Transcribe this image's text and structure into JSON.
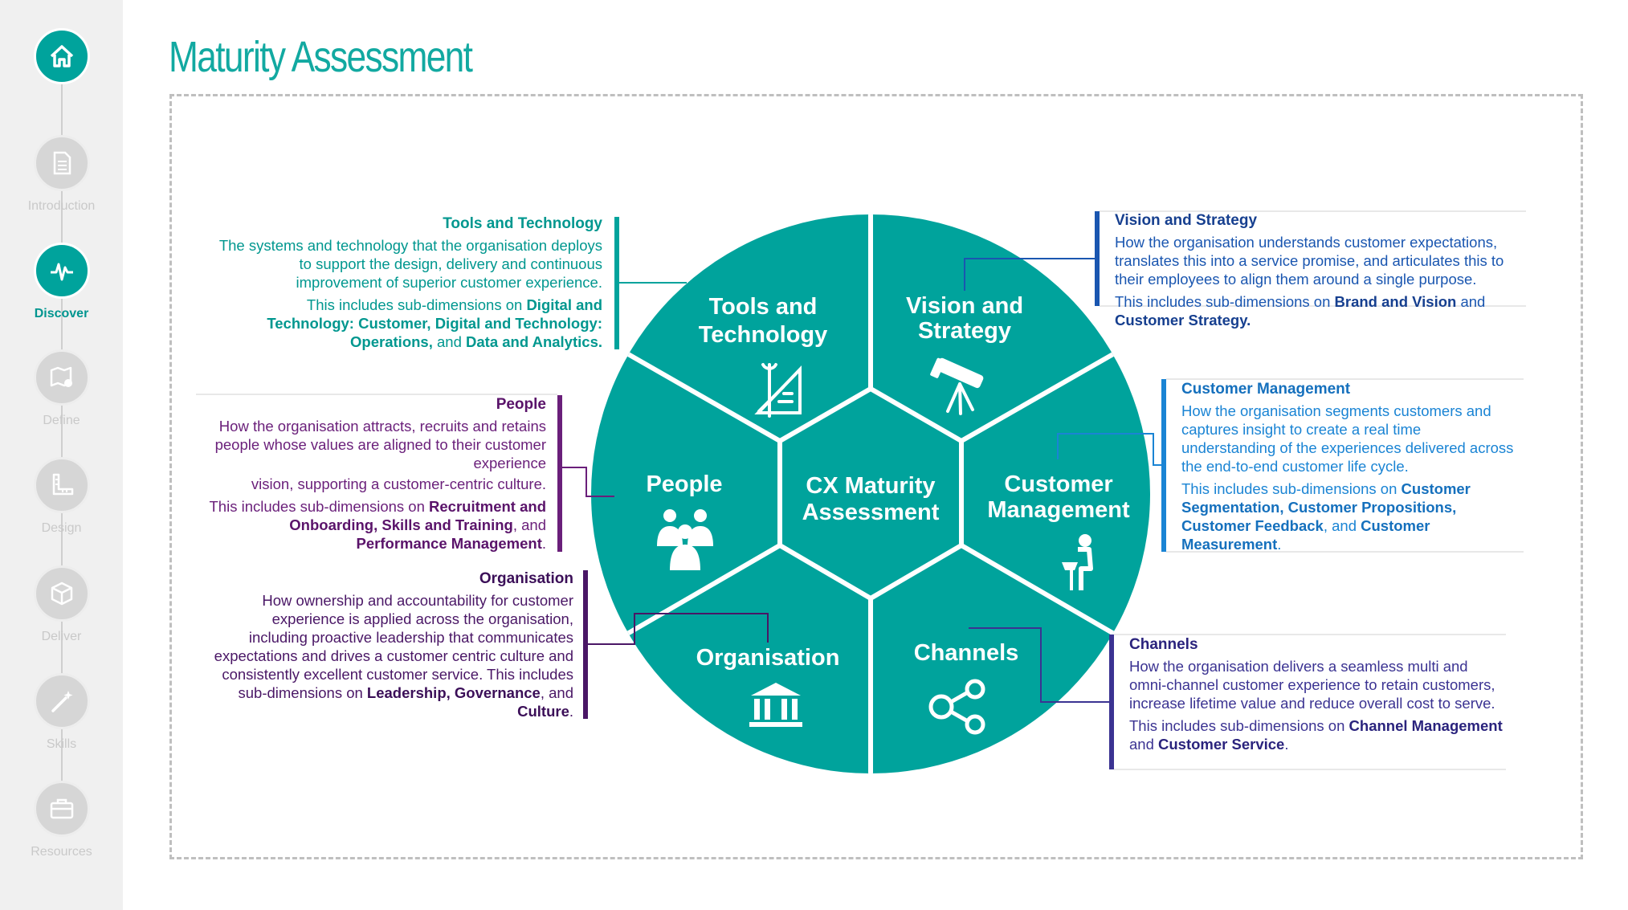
{
  "page": {
    "title": "Maturity Assessment"
  },
  "nav": [
    {
      "label": "",
      "icon": "home-icon",
      "active": true
    },
    {
      "label": "Introduction",
      "icon": "document-icon",
      "active": false
    },
    {
      "label": "Discover",
      "icon": "pulse-icon",
      "active": true
    },
    {
      "label": "Define",
      "icon": "map-pin-icon",
      "active": false
    },
    {
      "label": "Design",
      "icon": "ruler-icon",
      "active": false
    },
    {
      "label": "Deliver",
      "icon": "cube-icon",
      "active": false
    },
    {
      "label": "Skills",
      "icon": "magic-wand-icon",
      "active": false
    },
    {
      "label": "Resources",
      "icon": "briefcase-icon",
      "active": false
    }
  ],
  "wheel": {
    "center_line1": "CX Maturity",
    "center_line2": "Assessment",
    "fill_color": "#00a39c",
    "segments": {
      "tools_line1": "Tools and",
      "tools_line2": "Technology",
      "vision_line1": "Vision and",
      "vision_line2": "Strategy",
      "people": "People",
      "customer_line1": "Customer",
      "customer_line2": "Management",
      "organisation": "Organisation",
      "channels": "Channels"
    }
  },
  "dimensions": {
    "tools": {
      "heading": "Tools and Technology",
      "description": "The systems and technology that the organisation deploys to support the design, delivery and continuous improvement of superior customer experience.",
      "includes_prefix": "This includes sub-dimensions on ",
      "sub1": "Digital and Technology: Customer, Digital and Technology: Operations,",
      "and": " and ",
      "sub2": "Data and Analytics.",
      "color": "#00978f"
    },
    "vision": {
      "heading": "Vision and Strategy",
      "description": "How the organisation understands customer expectations, translates this into a service promise, and articulates this to their employees to align them around a single purpose.",
      "includes_prefix": "This includes sub-dimensions on ",
      "sub1": "Brand and Vision",
      "and": " and ",
      "sub2": "Customer Strategy.",
      "color": "#1a56b0"
    },
    "people": {
      "heading": "People",
      "description": "How the organisation attracts, recruits and retains people whose values are aligned to their customer experience",
      "description2": "vision, supporting a customer-centric culture.",
      "includes_prefix": "This includes sub-dimensions on ",
      "sub1": "Recruitment and Onboarding, Skills and Training",
      "and": ", and ",
      "sub2": "Performance Management",
      "end": ".",
      "color": "#6a1f7a"
    },
    "customer": {
      "heading": "Customer Management",
      "description": "How the organisation segments customers and captures insight to create a real time understanding of the experiences delivered across the end-to-end customer life cycle.",
      "includes_prefix": "This includes sub-dimensions on ",
      "sub1": "Customer Segmentation, Customer Propositions, Customer Feedback",
      "and": ", and ",
      "sub2": "Customer Measurement",
      "end": ".",
      "color": "#1a84d4"
    },
    "organisation": {
      "heading": "Organisation",
      "description": "How ownership and accountability for customer experience is applied across the organisation, including proactive leadership that communicates expectations and drives a customer centric culture and consistently excellent customer service. This includes sub-dimensions on ",
      "sub1": "Leadership, Governance",
      "and": ", and ",
      "sub2": "Culture",
      "end": ".",
      "color": "#4a1766"
    },
    "channels": {
      "heading": "Channels",
      "description": "How the organisation delivers a seamless multi and omni-channel customer experience to retain customers, increase lifetime value and reduce overall cost to serve.",
      "includes_prefix": "This includes sub-dimensions on ",
      "sub1": "Channel Management",
      "and": " and ",
      "sub2": "Customer Service",
      "end": ".",
      "color": "#3b3392"
    }
  }
}
